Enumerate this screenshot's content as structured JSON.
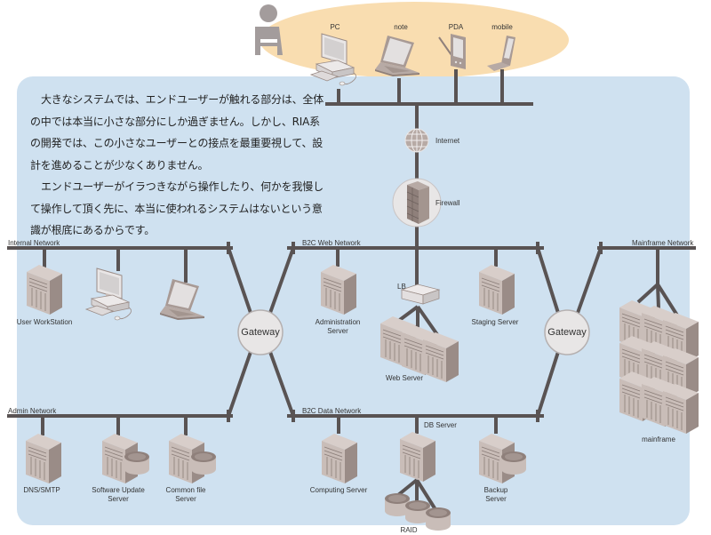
{
  "intro": {
    "paragraphs": [
      "大きなシステムでは、エンドユーザーが触れる部分は、全体の中では本当に小さな部分にしか過ぎません。しかし、RIA系の開発では、この小さなユーザーとの接点を最重要視して、設計を進めることが少なくありません。",
      "エンドユーザーがイラつきながら操作したり、何かを我慢して操作して頂く先に、本当に使われるシステムはないという意識が根底にあるからです。"
    ]
  },
  "client_devices": {
    "pc": "PC",
    "note": "note",
    "pda": "PDA",
    "mobile": "mobile"
  },
  "internet": "Internet",
  "firewall": "Firewall",
  "networks": {
    "internal": "Internal Network",
    "admin": "Admin Network",
    "b2c_web": "B2C Web Network",
    "b2c_data": "B2C Data Network",
    "mainframe": "Mainframe Network"
  },
  "gateways": {
    "left": "Gateway",
    "right": "Gateway"
  },
  "nodes": {
    "user_workstation": "User WorkStation",
    "administration_server": "Administration\nServer",
    "lb": "LB",
    "web_server": "Web Server",
    "staging_server": "Staging Server",
    "dns_smtp": "DNS/SMTP",
    "software_update_server": "Software Update\nServer",
    "common_file_server": "Common file\nServer",
    "computing_server": "Computing Server",
    "db_server": "DB Server",
    "raid": "RAID",
    "backup_server": "Backup\nServer",
    "mainframe": "mainframe"
  },
  "colors": {
    "panel": "#cfe1f0",
    "user_zone": "#f9ddb0",
    "line": "#595353",
    "device": "#b7aaa5",
    "gateway_fill": "#e8e6e6"
  }
}
